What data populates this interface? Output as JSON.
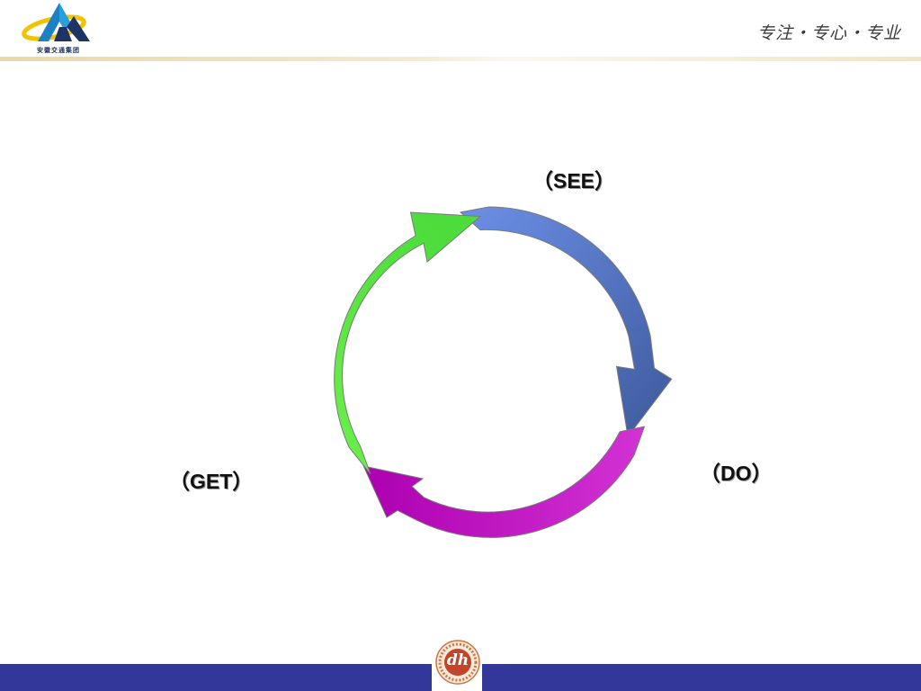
{
  "header": {
    "logo": {
      "company_name": "安徽交通集团",
      "icon": "triangle-ring-logo-icon"
    },
    "slogan": "专注・专心・专业"
  },
  "diagram": {
    "stages": [
      {
        "label": "（SEE）",
        "color": "#4f6fca"
      },
      {
        "label": "（DO）",
        "color": "#c112c6"
      },
      {
        "label": "（GET）",
        "color": "#55e33a"
      }
    ]
  },
  "footer": {
    "seal": {
      "text": "dh",
      "icon": "school-seal-icon"
    },
    "bar_color": "#33379a"
  }
}
